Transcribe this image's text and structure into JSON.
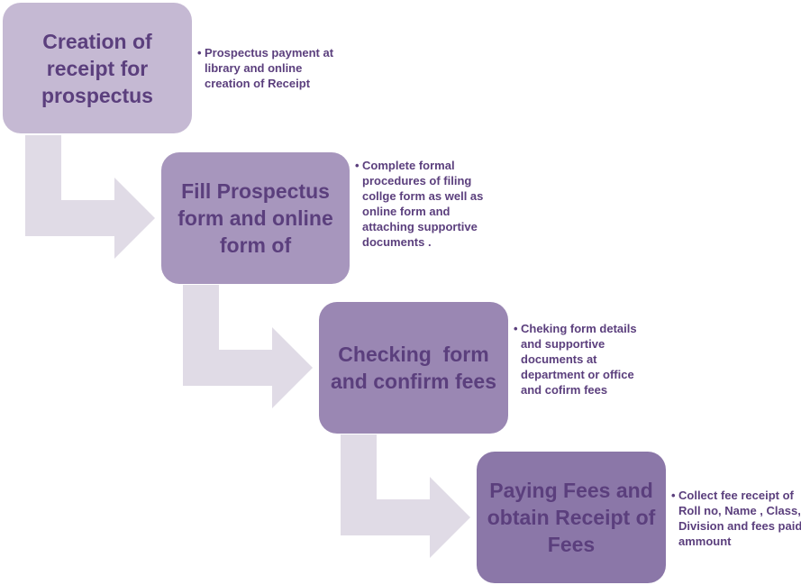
{
  "steps": [
    {
      "title": "Creation of receipt for prospectus",
      "note": "Prospectus payment at library and online creation of Receipt"
    },
    {
      "title": "Fill Prospectus form and online form of",
      "note": "Complete formal procedures of filing collge form as well as online form and attaching supportive documents ."
    },
    {
      "title": "Checking  form and confirm fees",
      "note": "Cheking form details and supportive documents at department or office and cofirm fees"
    },
    {
      "title": "Paying Fees and obtain Receipt of Fees",
      "note": "Collect fee receipt of Roll no, Name , Class, Division and fees paid ammount"
    }
  ],
  "bullet_symbol": "•",
  "colors": {
    "text": "#5b3f7d",
    "arrow": "#e0dbe6",
    "step_fills": [
      "#c5b9d3",
      "#a796bd",
      "#9a87b3",
      "#8b77a8"
    ]
  }
}
